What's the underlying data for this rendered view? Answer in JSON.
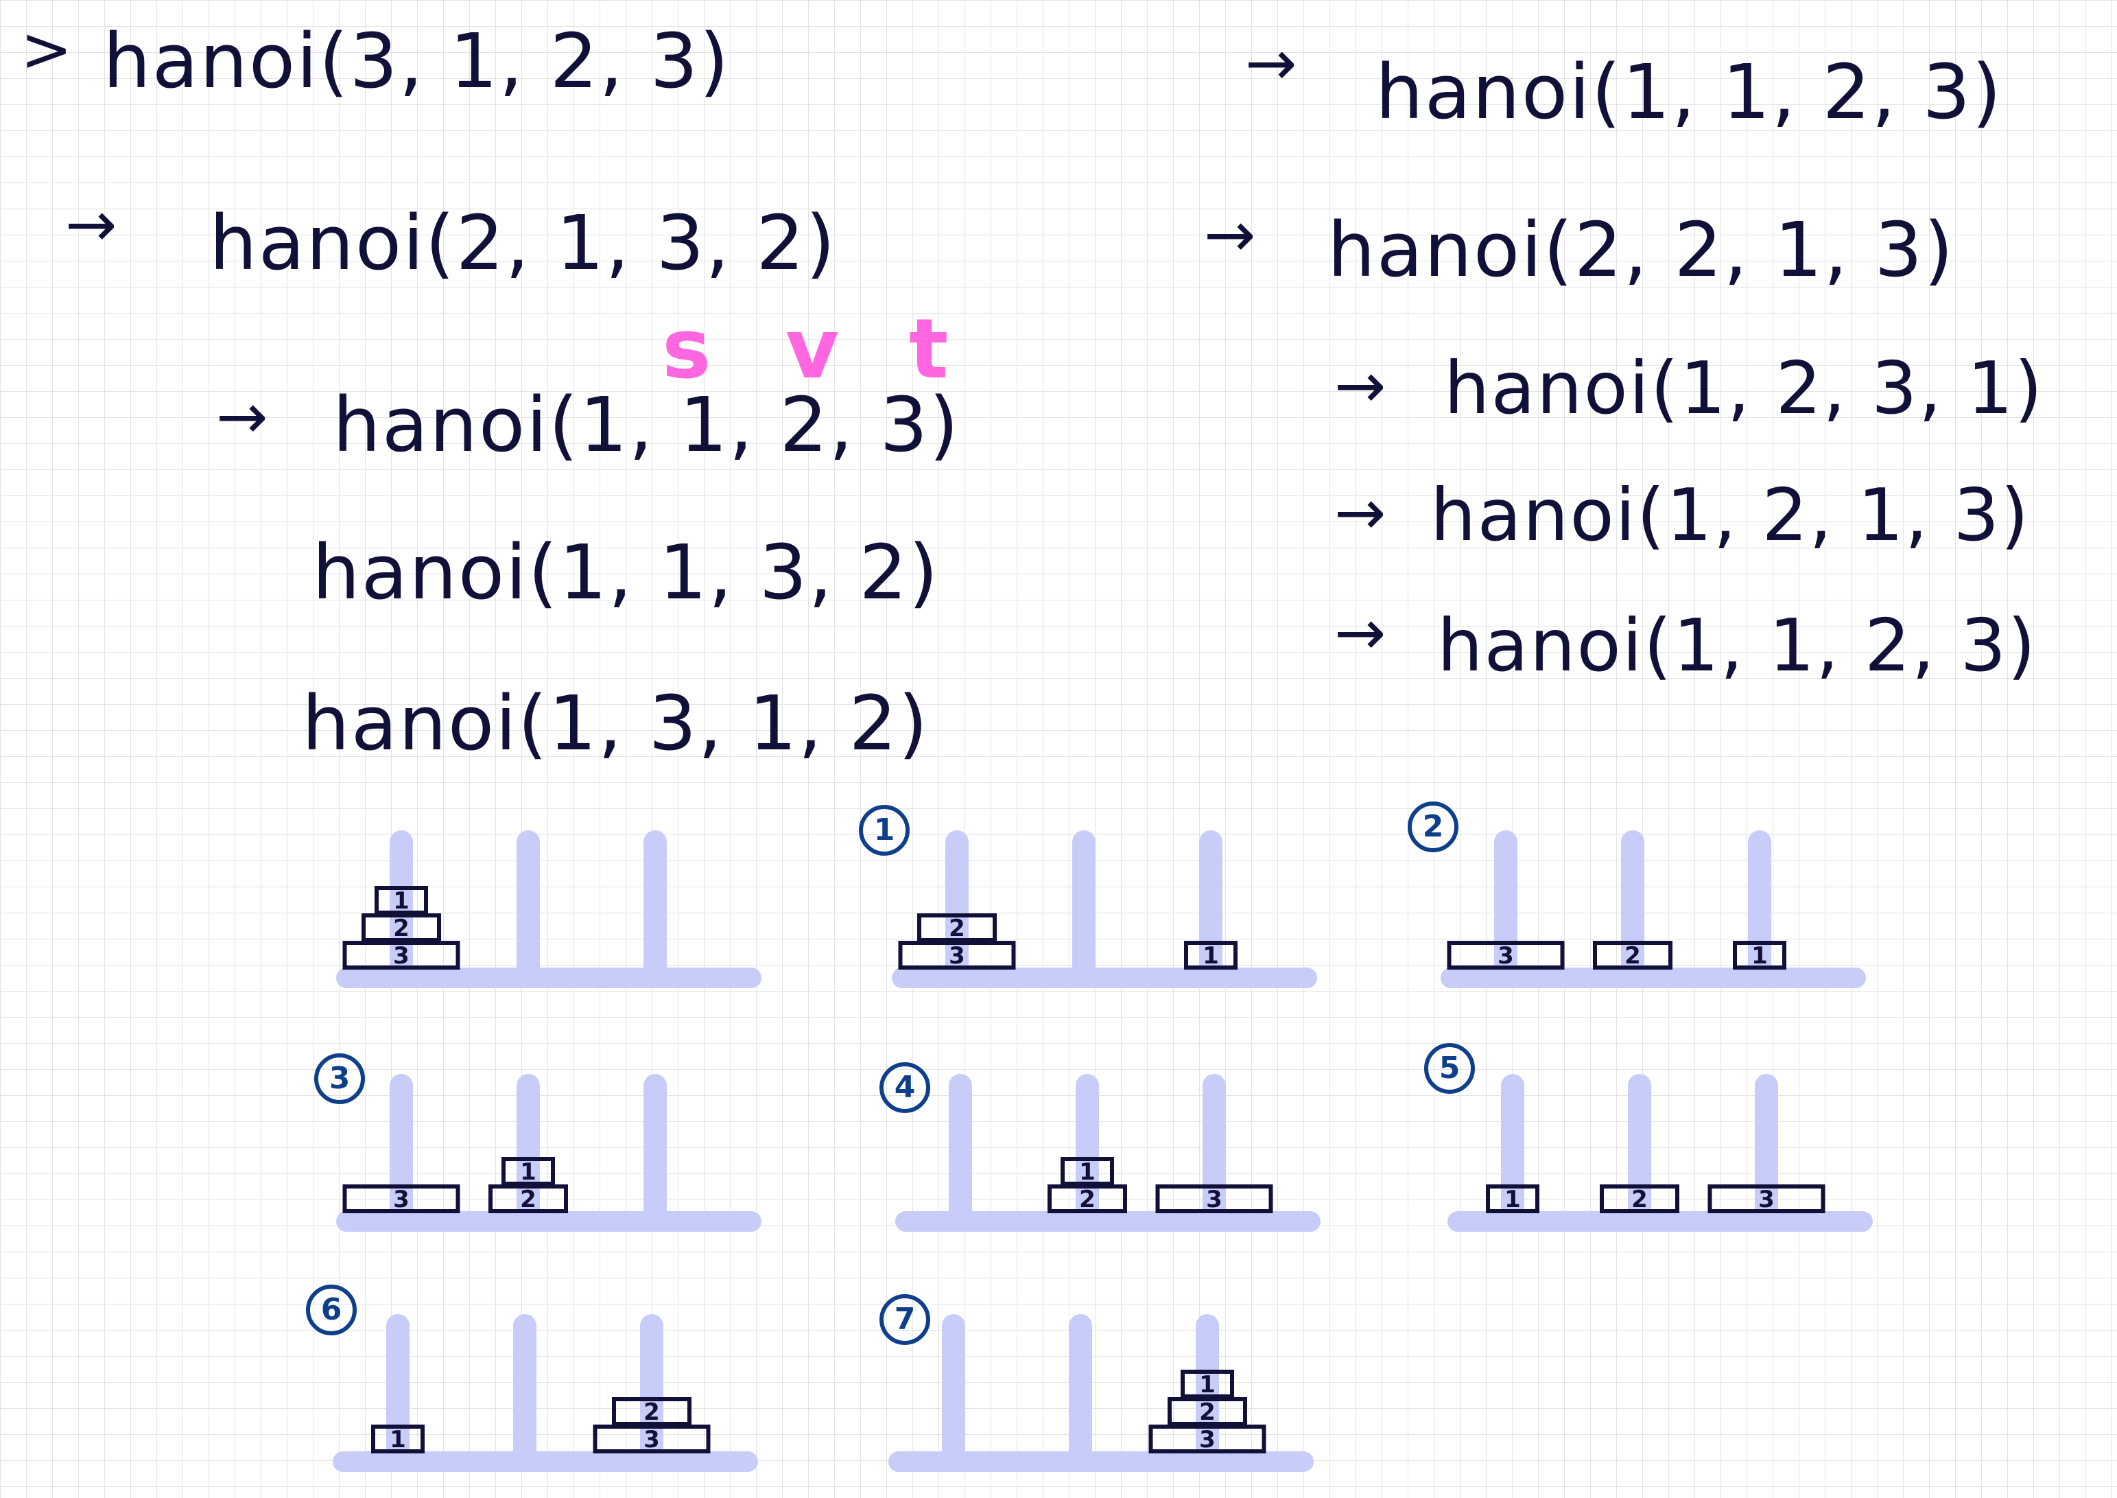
{
  "left_trace": [
    {
      "prefix": ">",
      "call": "hanoi(3, 1, 2, 3)"
    },
    {
      "prefix": "→",
      "call": "hanoi(2, 1, 3, 2)"
    },
    {
      "prefix": "→",
      "call": "hanoi(1, 1, 2, 3)"
    },
    {
      "prefix": "",
      "call": "hanoi(1, 1, 3, 2)"
    },
    {
      "prefix": "",
      "call": "hanoi(1, 3, 1, 2)"
    }
  ],
  "right_trace": [
    {
      "prefix": "→",
      "call": "hanoi(1, 1, 2, 3)"
    },
    {
      "prefix": "→",
      "call": "hanoi(2, 2, 1, 3)"
    },
    {
      "prefix": "→",
      "call": "hanoi(1, 2, 3, 1)"
    },
    {
      "prefix": "→",
      "call": "hanoi(1, 2, 1, 3)"
    },
    {
      "prefix": "→",
      "call": "hanoi(1, 1, 2, 3)"
    }
  ],
  "param_annotation": {
    "s": "s",
    "v": "v",
    "t": "t",
    "color": "#ff66e0"
  },
  "colors": {
    "ink": "#101038",
    "step_circle": "#0e3f8a",
    "pegs": "#c8ccf8"
  },
  "steps": [
    {
      "label": "",
      "pegs": [
        [
          3,
          2,
          1
        ],
        [],
        []
      ]
    },
    {
      "label": "1",
      "pegs": [
        [
          3,
          2
        ],
        [],
        [
          1
        ]
      ]
    },
    {
      "label": "2",
      "pegs": [
        [
          3
        ],
        [
          2
        ],
        [
          1
        ]
      ]
    },
    {
      "label": "3",
      "pegs": [
        [
          3
        ],
        [
          2,
          1
        ],
        []
      ]
    },
    {
      "label": "4",
      "pegs": [
        [],
        [
          2,
          1
        ],
        [
          3
        ]
      ]
    },
    {
      "label": "5",
      "pegs": [
        [
          1
        ],
        [
          2
        ],
        [
          3
        ]
      ]
    },
    {
      "label": "6",
      "pegs": [
        [
          1
        ],
        [],
        [
          3,
          2
        ]
      ]
    },
    {
      "label": "7",
      "pegs": [
        [],
        [],
        [
          3,
          2,
          1
        ]
      ]
    }
  ]
}
